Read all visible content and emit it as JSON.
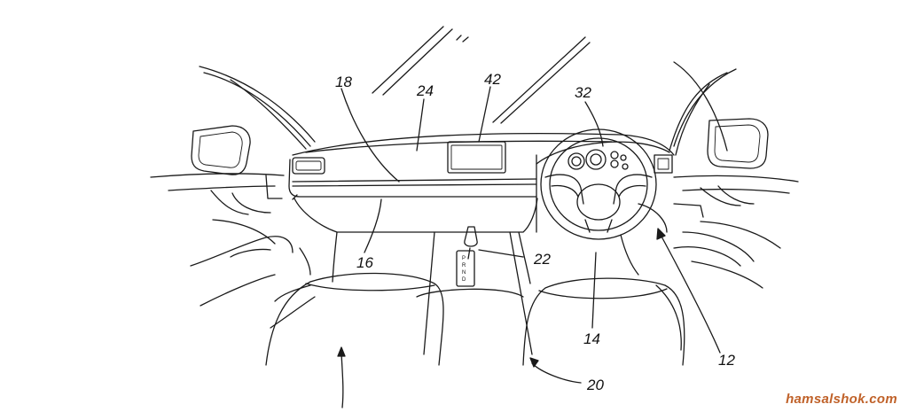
{
  "diagram": {
    "reference_numerals": {
      "n18": "18",
      "n24": "24",
      "n42": "42",
      "n32": "32",
      "n16": "16",
      "n22": "22",
      "n14": "14",
      "n12": "12",
      "n20": "20"
    },
    "gear_selector_letters": "PRND"
  },
  "watermark": {
    "text": "hamsalshok.com",
    "color": "#c0622a"
  }
}
